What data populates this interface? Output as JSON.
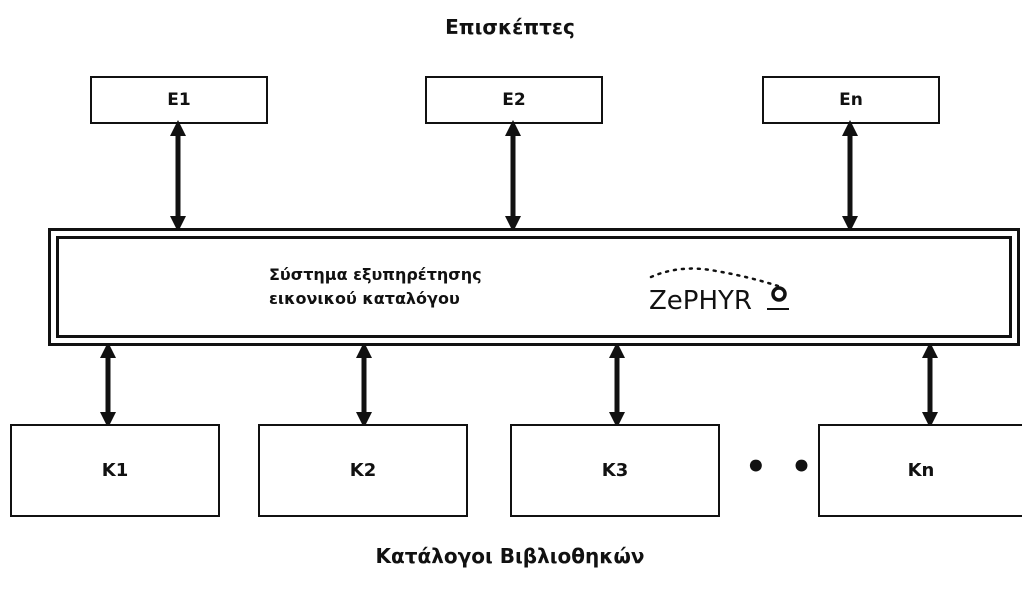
{
  "diagram": {
    "top_title": "Επισκέπτες",
    "bottom_title": "Κατάλογοι Βιβλιοθηκών",
    "visitors": [
      "E1",
      "E2",
      "En"
    ],
    "system": {
      "line1": "Σύστημα εξυπηρέτησης",
      "line2": "εικονικού καταλόγου",
      "logo_text": "ZePHYR"
    },
    "catalogs": [
      "K1",
      "K2",
      "K3",
      "Kn"
    ],
    "ellipsis": "• • •",
    "colors": {
      "stroke": "#111111",
      "background": "#ffffff"
    }
  }
}
